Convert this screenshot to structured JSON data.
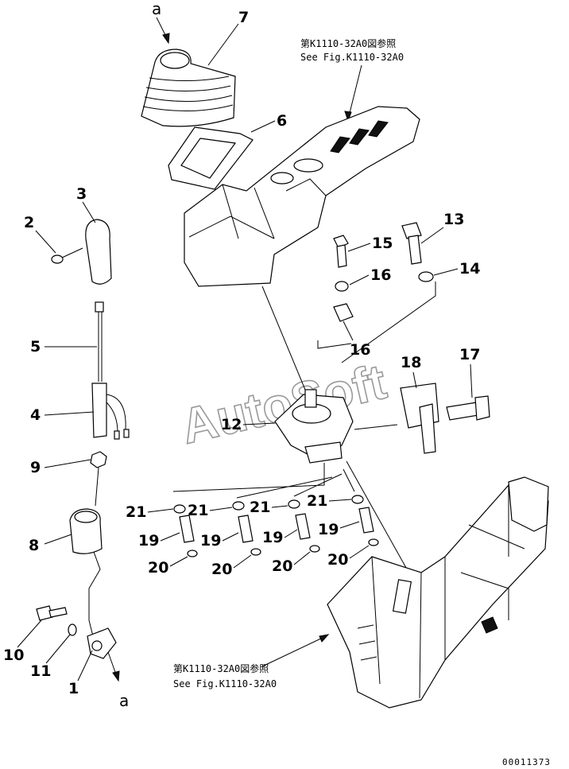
{
  "diagram": {
    "references": {
      "top_jp": "第K1110-32A0図参照",
      "top_en": "See Fig.K1110-32A0",
      "bottom_jp": "第K1110-32A0図参照",
      "bottom_en": "See Fig.K1110-32A0"
    },
    "view_marks": {
      "top": "a",
      "bottom": "a"
    },
    "watermark": "AutoSoft",
    "serial": "00011373",
    "callouts": [
      "7",
      "6",
      "3",
      "2",
      "5",
      "4",
      "9",
      "8",
      "10",
      "11",
      "1",
      "15",
      "16",
      "16",
      "13",
      "14",
      "17",
      "18",
      "12",
      "21",
      "21",
      "21",
      "21",
      "19",
      "19",
      "19",
      "19",
      "20",
      "20",
      "20",
      "20"
    ]
  }
}
